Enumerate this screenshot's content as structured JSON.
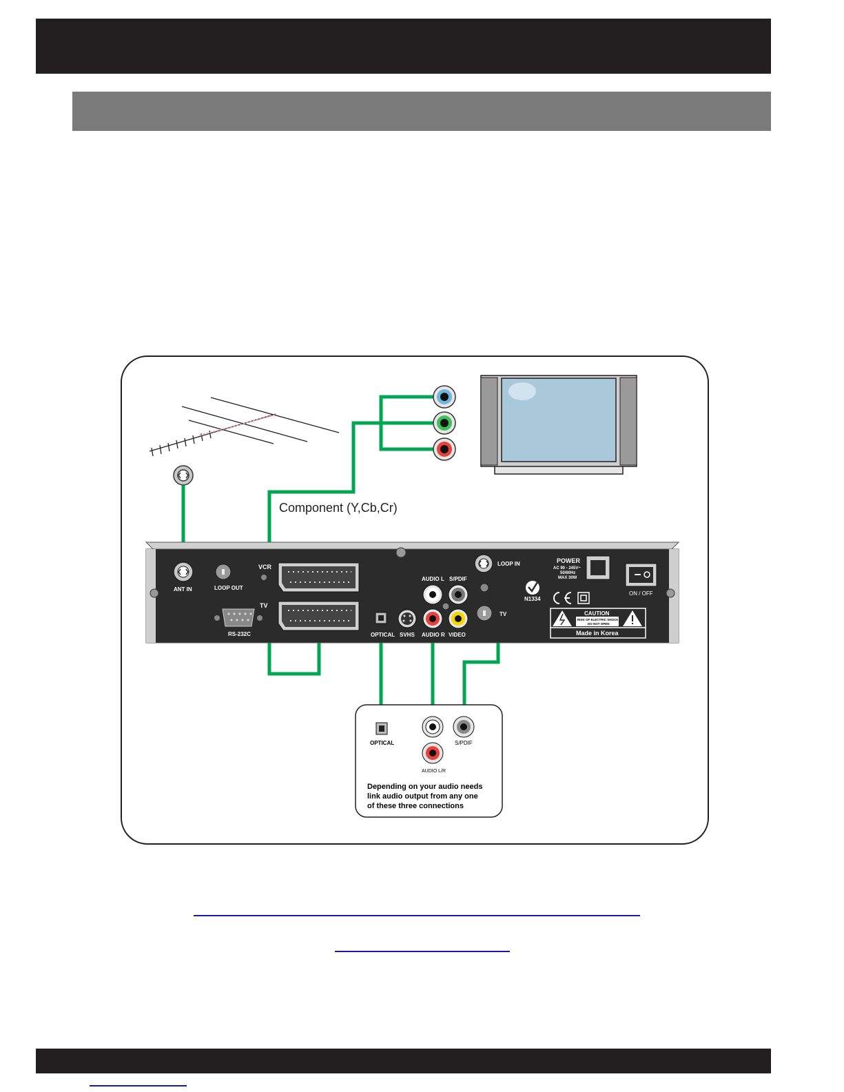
{
  "diagram": {
    "component_label": "Component (Y,Cb,Cr)",
    "panel": {
      "ant_in": "ANT IN",
      "loop_out": "LOOP OUT",
      "vcr": "VCR",
      "tv_scart": "TV",
      "rs232": "RS-232C",
      "loop_in": "LOOP IN",
      "audio_l": "AUDIO L",
      "spdif": "S/PDIF",
      "optical": "OPTICAL",
      "svhs": "SVHS",
      "audio_r": "AUDIO R",
      "video": "VIDEO",
      "rf_tv": "TV",
      "n1334": "N1334",
      "power": "POWER",
      "power_spec_1": "AC 90 - 245V~",
      "power_spec_2": "50/60Hz",
      "power_spec_3": "MAX 30W",
      "on_off": "ON / OFF",
      "caution": "CAUTION",
      "caution_line_1": "RISK OF ELECTRIC SHOCK",
      "caution_line_2": "DO NOT OPEN",
      "made_in": "Made in Korea"
    },
    "audio_box": {
      "optical": "OPTICAL",
      "spdif": "S/PDIF",
      "audio_lr": "AUDIO L/R",
      "note_line_1": "Depending on your audio needs",
      "note_line_2": "link audio output from any one",
      "note_line_3": "of these three connections"
    }
  },
  "colors": {
    "cable": "#00a651",
    "bar_dark": "#231f20",
    "bar_grey": "#7a7a7a",
    "link": "#1a1aa6"
  }
}
